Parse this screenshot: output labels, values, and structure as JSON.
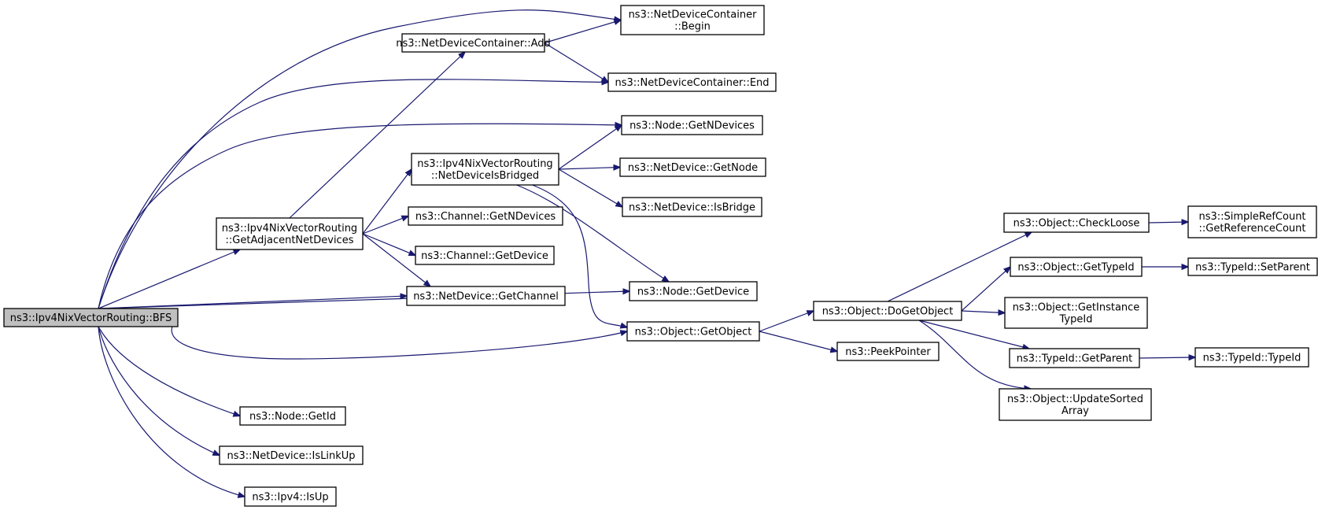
{
  "nodes": {
    "bfs": [
      "ns3::Ipv4NixVectorRouting::BFS"
    ],
    "ndc_begin": [
      "ns3::NetDeviceContainer",
      "::Begin"
    ],
    "ndc_add": [
      "ns3::NetDeviceContainer::Add"
    ],
    "ndc_end": [
      "ns3::NetDeviceContainer::End"
    ],
    "node_getndevices": [
      "ns3::Node::GetNDevices"
    ],
    "nix_isbridged": [
      "ns3::Ipv4NixVectorRouting",
      "::NetDeviceIsBridged"
    ],
    "netdev_getnode": [
      "ns3::NetDevice::GetNode"
    ],
    "netdev_isbridge": [
      "ns3::NetDevice::IsBridge"
    ],
    "nix_getadjacent": [
      "ns3::Ipv4NixVectorRouting",
      "::GetAdjacentNetDevices"
    ],
    "channel_getndevices": [
      "ns3::Channel::GetNDevices"
    ],
    "channel_getdevice": [
      "ns3::Channel::GetDevice"
    ],
    "netdev_getchannel": [
      "ns3::NetDevice::GetChannel"
    ],
    "node_getdevice": [
      "ns3::Node::GetDevice"
    ],
    "object_getobject": [
      "ns3::Object::GetObject"
    ],
    "peekpointer": [
      "ns3::PeekPointer"
    ],
    "object_dogetobject": [
      "ns3::Object::DoGetObject"
    ],
    "object_checkloose": [
      "ns3::Object::CheckLoose"
    ],
    "simplerefcount": [
      "ns3::SimpleRefCount",
      "::GetReferenceCount"
    ],
    "object_gettypeid": [
      "ns3::Object::GetTypeId"
    ],
    "typeid_setparent": [
      "ns3::TypeId::SetParent"
    ],
    "object_getinstancetypeid": [
      "ns3::Object::GetInstance",
      "TypeId"
    ],
    "typeid_getparent": [
      "ns3::TypeId::GetParent"
    ],
    "typeid_typeid": [
      "ns3::TypeId::TypeId"
    ],
    "object_updatesorted": [
      "ns3::Object::UpdateSorted",
      "Array"
    ],
    "node_getid": [
      "ns3::Node::GetId"
    ],
    "netdev_islinkup": [
      "ns3::NetDevice::IsLinkUp"
    ],
    "ipv4_isup": [
      "ns3::Ipv4::IsUp"
    ]
  },
  "root_node": "bfs",
  "edges": [
    [
      "bfs",
      "ndc_begin"
    ],
    [
      "bfs",
      "ndc_end"
    ],
    [
      "bfs",
      "node_getndevices"
    ],
    [
      "bfs",
      "nix_getadjacent"
    ],
    [
      "bfs",
      "netdev_getchannel"
    ],
    [
      "bfs",
      "node_getdevice"
    ],
    [
      "bfs",
      "object_getobject"
    ],
    [
      "bfs",
      "node_getid"
    ],
    [
      "bfs",
      "netdev_islinkup"
    ],
    [
      "bfs",
      "ipv4_isup"
    ],
    [
      "ndc_add",
      "ndc_begin"
    ],
    [
      "ndc_add",
      "ndc_end"
    ],
    [
      "nix_isbridged",
      "node_getndevices"
    ],
    [
      "nix_isbridged",
      "netdev_getnode"
    ],
    [
      "nix_isbridged",
      "netdev_isbridge"
    ],
    [
      "nix_isbridged",
      "node_getdevice"
    ],
    [
      "nix_isbridged",
      "object_getobject"
    ],
    [
      "nix_getadjacent",
      "ndc_add"
    ],
    [
      "nix_getadjacent",
      "nix_isbridged"
    ],
    [
      "nix_getadjacent",
      "channel_getndevices"
    ],
    [
      "nix_getadjacent",
      "channel_getdevice"
    ],
    [
      "nix_getadjacent",
      "netdev_getchannel"
    ],
    [
      "object_getobject",
      "object_dogetobject"
    ],
    [
      "object_getobject",
      "peekpointer"
    ],
    [
      "object_dogetobject",
      "object_checkloose"
    ],
    [
      "object_dogetobject",
      "object_gettypeid"
    ],
    [
      "object_dogetobject",
      "object_getinstancetypeid"
    ],
    [
      "object_dogetobject",
      "typeid_getparent"
    ],
    [
      "object_dogetobject",
      "object_updatesorted"
    ],
    [
      "object_checkloose",
      "simplerefcount"
    ],
    [
      "object_gettypeid",
      "typeid_setparent"
    ],
    [
      "typeid_getparent",
      "typeid_typeid"
    ]
  ],
  "colors": {
    "edge": "#191970",
    "root_fill": "#bfbfbf",
    "node_fill": "#ffffff",
    "node_border": "#000000"
  }
}
